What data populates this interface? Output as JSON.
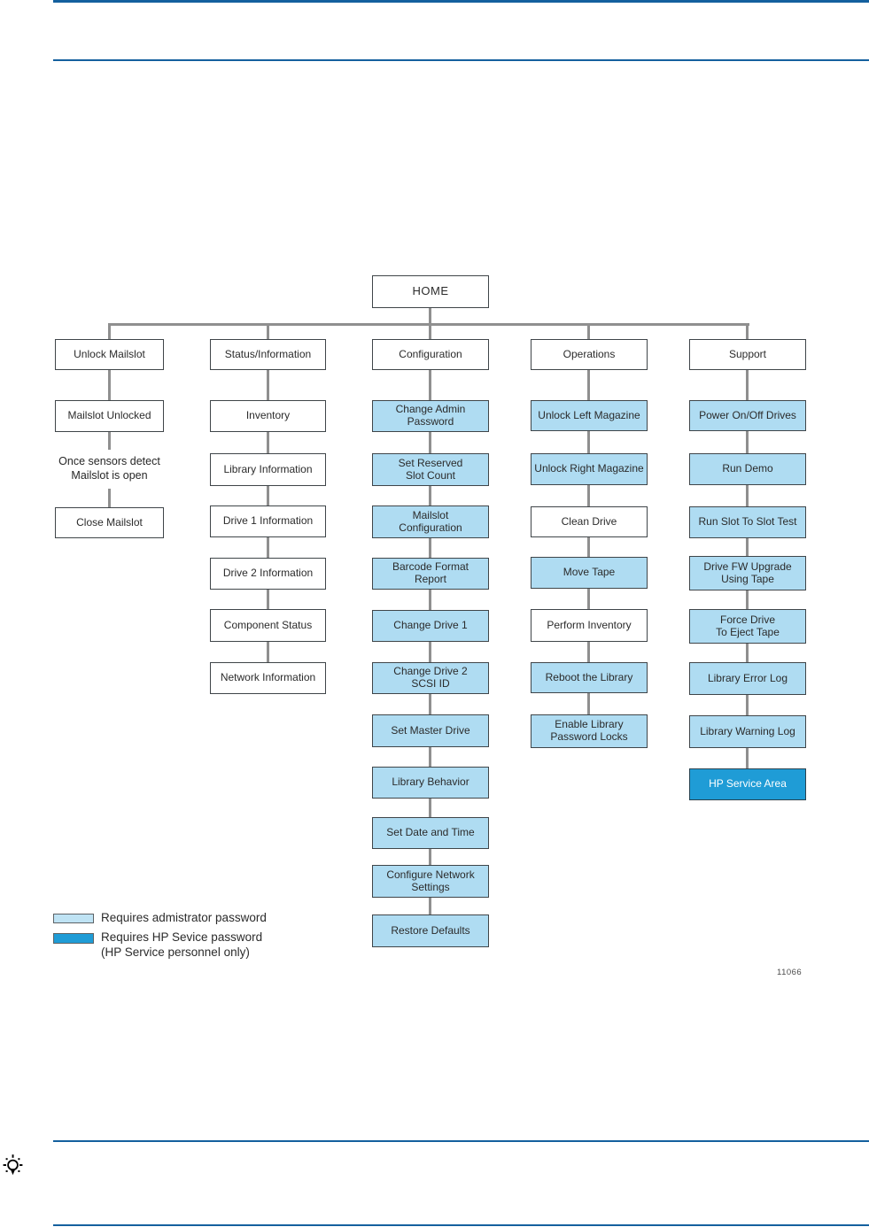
{
  "palette": {
    "rule_blue": "#14609e",
    "connector_gray": "#8f8f8f",
    "admin_fill": "#afdcf2",
    "service_fill": "#1f9cd6"
  },
  "figure": {
    "number": "11066"
  },
  "icons": {
    "tip": "lightbulb-tip-icon"
  },
  "menu_tree": {
    "root": "HOME",
    "branches": [
      {
        "name": "Unlock Mailslot",
        "nodes": [
          {
            "label": "Mailslot Unlocked",
            "access": "none"
          },
          {
            "label": "Once sensors detect\nMailslot is open",
            "access": "note"
          },
          {
            "label": "Close Mailslot",
            "access": "none"
          }
        ]
      },
      {
        "name": "Status/Information",
        "nodes": [
          {
            "label": "Inventory",
            "access": "none"
          },
          {
            "label": "Library Information",
            "access": "none"
          },
          {
            "label": "Drive 1 Information",
            "access": "none"
          },
          {
            "label": "Drive 2 Information",
            "access": "none"
          },
          {
            "label": "Component Status",
            "access": "none"
          },
          {
            "label": "Network Information",
            "access": "none"
          }
        ]
      },
      {
        "name": "Configuration",
        "nodes": [
          {
            "label": "Change Admin\nPassword",
            "access": "admin"
          },
          {
            "label": "Set Reserved\nSlot Count",
            "access": "admin"
          },
          {
            "label": "Mailslot\nConfiguration",
            "access": "admin"
          },
          {
            "label": "Barcode Format\nReport",
            "access": "admin"
          },
          {
            "label": "Change Drive 1",
            "access": "admin"
          },
          {
            "label": "Change Drive 2\nSCSI ID",
            "access": "admin"
          },
          {
            "label": "Set Master Drive",
            "access": "admin"
          },
          {
            "label": "Library Behavior",
            "access": "admin"
          },
          {
            "label": "Set  Date and Time",
            "access": "admin"
          },
          {
            "label": "Configure Network\nSettings",
            "access": "admin"
          },
          {
            "label": "Restore Defaults",
            "access": "admin"
          }
        ]
      },
      {
        "name": "Operations",
        "nodes": [
          {
            "label": "Unlock Left Magazine",
            "access": "admin"
          },
          {
            "label": "Unlock Right Magazine",
            "access": "admin"
          },
          {
            "label": "Clean Drive",
            "access": "none"
          },
          {
            "label": "Move Tape",
            "access": "admin"
          },
          {
            "label": "Perform Inventory",
            "access": "none"
          },
          {
            "label": "Reboot the Library",
            "access": "admin"
          },
          {
            "label": "Enable Library\nPassword Locks",
            "access": "admin"
          }
        ]
      },
      {
        "name": "Support",
        "nodes": [
          {
            "label": "Power On/Off Drives",
            "access": "admin"
          },
          {
            "label": "Run Demo",
            "access": "admin"
          },
          {
            "label": "Run Slot To Slot Test",
            "access": "admin"
          },
          {
            "label": "Drive FW Upgrade\nUsing Tape",
            "access": "admin"
          },
          {
            "label": "Force Drive\nTo Eject Tape",
            "access": "admin"
          },
          {
            "label": "Library Error Log",
            "access": "admin"
          },
          {
            "label": "Library Warning Log",
            "access": "admin"
          },
          {
            "label": "HP Service Area",
            "access": "service"
          }
        ]
      }
    ]
  },
  "legend": {
    "items": [
      {
        "label": "Requires admistrator password",
        "swatch": "admin"
      },
      {
        "label": "Requires HP Sevice password\n(HP Service personnel only)",
        "swatch": "service"
      }
    ]
  }
}
